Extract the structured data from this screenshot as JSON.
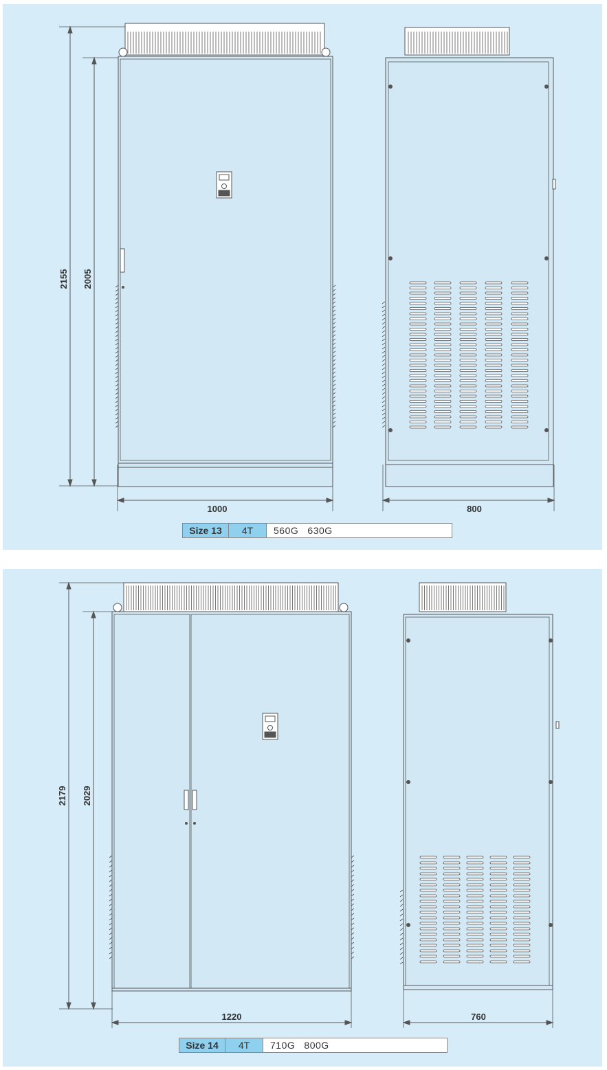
{
  "size13": {
    "height_total": "2155",
    "height_body": "2005",
    "width_front": "1000",
    "width_side": "800",
    "table": {
      "size": "Size 13",
      "voltage": "4T",
      "models": "560G   630G"
    }
  },
  "size14": {
    "height_total": "2179",
    "height_body": "2029",
    "width_front": "1220",
    "width_side": "760",
    "table": {
      "size": "Size 14",
      "voltage": "4T",
      "models": "710G   800G"
    }
  },
  "colors": {
    "panel_bg": "#d6ecf8",
    "cabinet_fill": "#d3e8f5",
    "header_cell": "#8fd0ee",
    "line": "#555555"
  }
}
